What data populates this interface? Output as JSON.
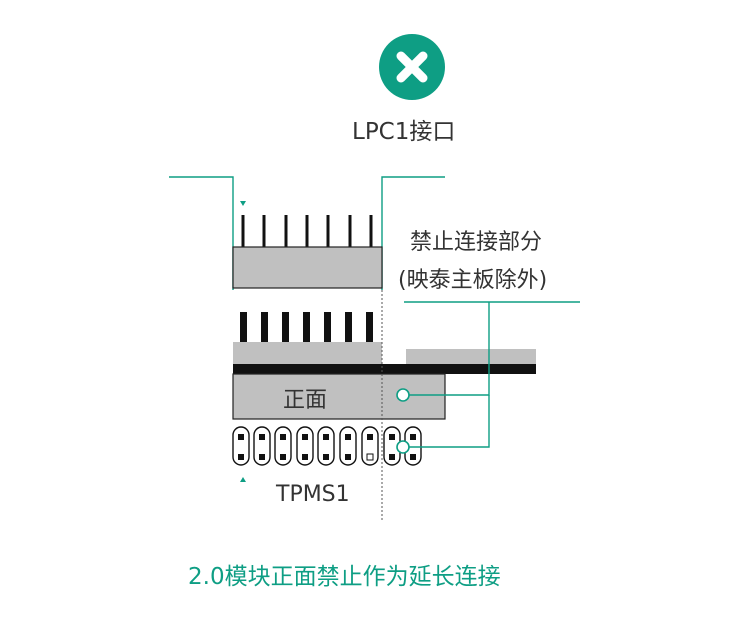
{
  "badge": {
    "icon": "x-icon",
    "color": "#0e9e84"
  },
  "title": "LPC1接口",
  "annotation": {
    "line1": "禁止连接部分",
    "line2": "(映泰主板除外)"
  },
  "board_label": "正面",
  "connector_label": "TPMS1",
  "caption": "2.0模块正面禁止作为延长连接",
  "colors": {
    "accent": "#0e9e84",
    "gray": "#c0c0c0",
    "black": "#111111",
    "text": "#333333"
  }
}
